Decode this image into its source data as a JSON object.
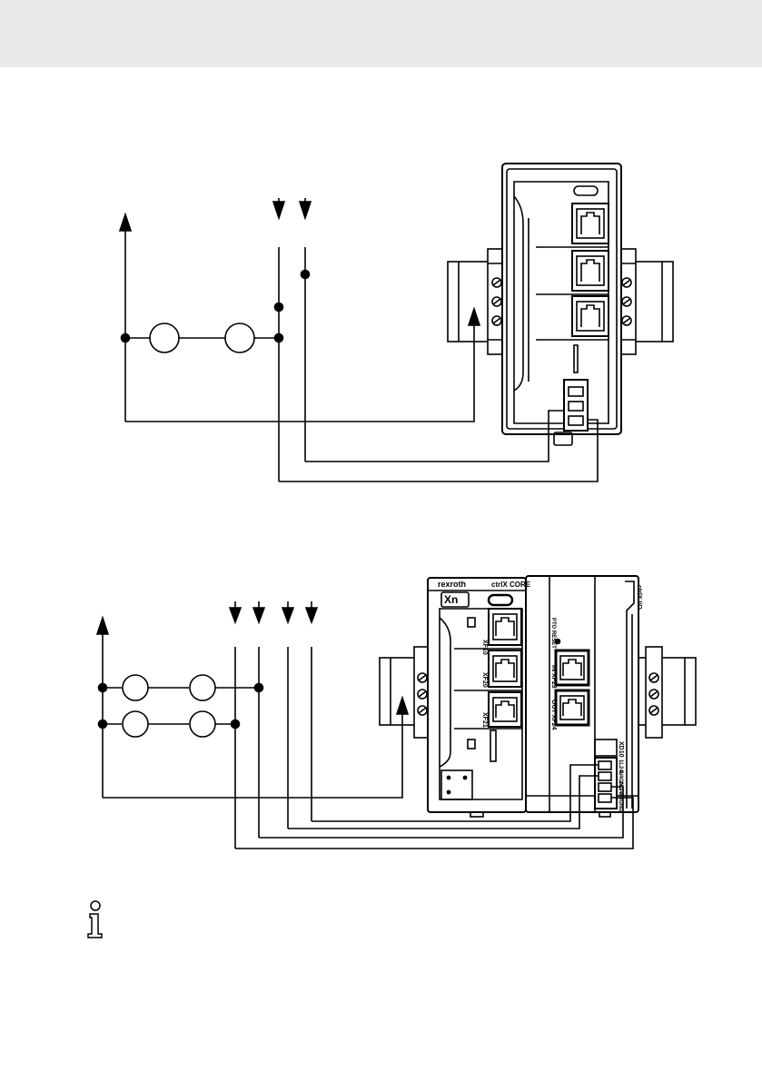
{
  "page": {
    "header_color": "#e9e9ea"
  },
  "diagram_top": {
    "label": "wiring-diagram-single-module"
  },
  "diagram_bottom": {
    "label": "wiring-diagram-core-with-extension",
    "device": {
      "brand": "rexroth",
      "model": "ctrlX CORE",
      "logo": "Xn",
      "ports": [
        "XF10",
        "XF20",
        "XF21"
      ],
      "bus_ports": [
        "IN XF23",
        "OUT XF24"
      ],
      "terminal_header": "XD10",
      "terminals": [
        "1L24V",
        "1.4GND",
        "2L24V",
        "2.3GND"
      ],
      "extension_label": "ctrlX I/O",
      "reset_label": "PTO RESET"
    }
  },
  "info": {
    "icon": "info-icon"
  },
  "colors": {
    "line": "#000000",
    "background": "#ffffff"
  }
}
